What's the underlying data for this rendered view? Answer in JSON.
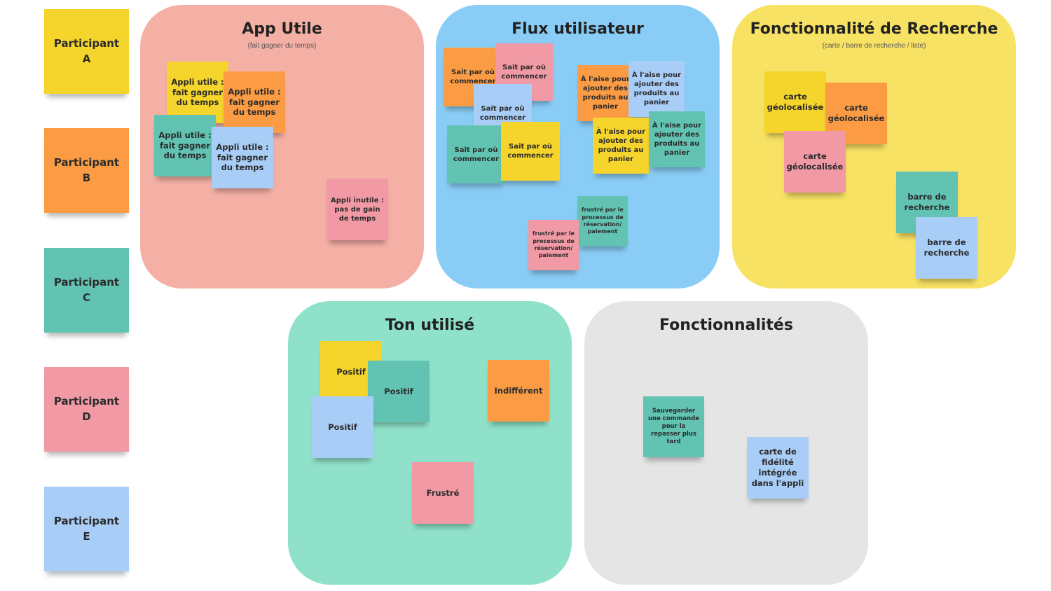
{
  "legend": {
    "participants": [
      {
        "label": "Participant\nA",
        "color": "#f5d42c"
      },
      {
        "label": "Participant\nB",
        "color": "#fb9c45"
      },
      {
        "label": "Participant\nC",
        "color": "#62c3b3"
      },
      {
        "label": "Participant\nD",
        "color": "#f19aa5"
      },
      {
        "label": "Participant\nE",
        "color": "#a8cdf6"
      }
    ]
  },
  "clusters": {
    "app_utile": {
      "title": "App Utile",
      "subtitle": "(fait gagner du temps)",
      "color": "#f5b0a5",
      "notes": [
        "Appli utile :\nfait gagner\ndu temps",
        "Appli utile :\nfait gagner\ndu temps",
        "Appli utile :\nfait gagner\ndu temps",
        "Appli utile :\nfait gagner\ndu temps",
        "Appli inutile :\npas de gain\nde temps"
      ]
    },
    "flux": {
      "title": "Flux utilisateur",
      "color": "#89cdf6",
      "notes": [
        "Sait par où\ncommencer",
        "Sait par où\ncommencer",
        "Sait par où\ncommencer",
        "Sait par où\ncommencer",
        "Sait par où\ncommencer",
        "À l'aise pour\najouter des\nproduits au\npanier",
        "À l'aise pour\najouter des\nproduits au\npanier",
        "À l'aise pour\najouter des\nproduits au\npanier",
        "À l'aise pour\najouter des\nproduits au\npanier",
        "frustré par le\nprocessus de\nréservation/\npaiement",
        "frustré par le\nprocessus de\nréservation/\npaiement"
      ]
    },
    "recherche": {
      "title": "Fonctionnalité de Recherche",
      "subtitle": "(carte / barre de recherche / liste)",
      "color": "#f8e263",
      "notes": [
        "carte\ngéolocalisée",
        "carte\ngéolocalisée",
        "carte\ngéolocalisée",
        "barre de\nrecherche",
        "barre de\nrecherche"
      ]
    },
    "ton": {
      "title": "Ton utilisé",
      "color": "#8fe2c9",
      "notes": [
        "Positif",
        "Positif",
        "Positif",
        "Indifférent",
        "Frustré"
      ]
    },
    "fonctionnalites": {
      "title": "Fonctionnalités",
      "color": "#e5e5e5",
      "notes": [
        "Sauvegarder\nune commande\npour la\nrepasser plus\ntard",
        "carte de\nfidélité\nintégrée\ndans l'appli"
      ]
    }
  }
}
